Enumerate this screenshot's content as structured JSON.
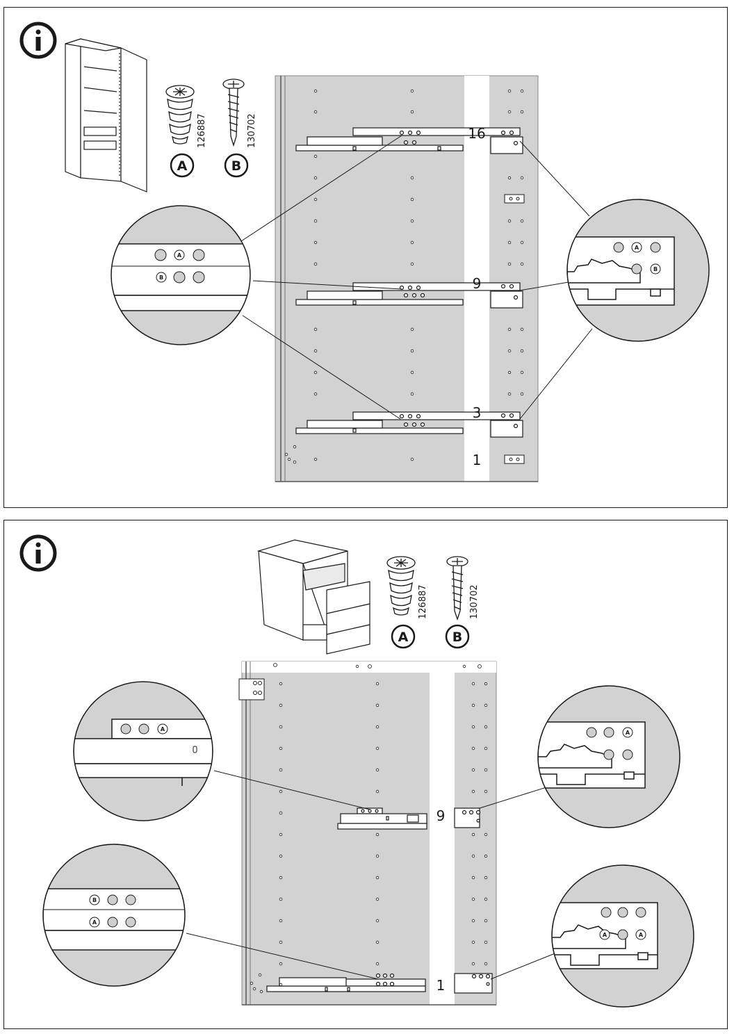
{
  "panels": [
    {
      "info_icon": "info-icon",
      "parts": [
        {
          "letter": "A",
          "part_number": "126887",
          "icon": "cam-dowel-icon"
        },
        {
          "letter": "B",
          "part_number": "130702",
          "icon": "screw-icon"
        }
      ],
      "hole_numbers": [
        "16",
        "9",
        "3",
        "1"
      ],
      "zoom_left": {
        "row1": [
          "A"
        ],
        "row2": [
          "B"
        ]
      },
      "zoom_right": {
        "row1": [
          "A"
        ],
        "row2": [
          "B"
        ]
      }
    },
    {
      "info_icon": "info-icon",
      "parts": [
        {
          "letter": "A",
          "part_number": "126887",
          "icon": "cam-dowel-icon"
        },
        {
          "letter": "B",
          "part_number": "130702",
          "icon": "screw-icon"
        }
      ],
      "hole_numbers": [
        "9",
        "1"
      ],
      "zoom_upper_left": {
        "row1": [
          "A"
        ]
      },
      "zoom_upper_right": {
        "row1": [
          "A"
        ]
      },
      "zoom_lower_left": {
        "row1": [
          "B"
        ],
        "row2": [
          "A"
        ]
      },
      "zoom_lower_right": {
        "row2": [
          "A",
          "A"
        ]
      }
    }
  ]
}
